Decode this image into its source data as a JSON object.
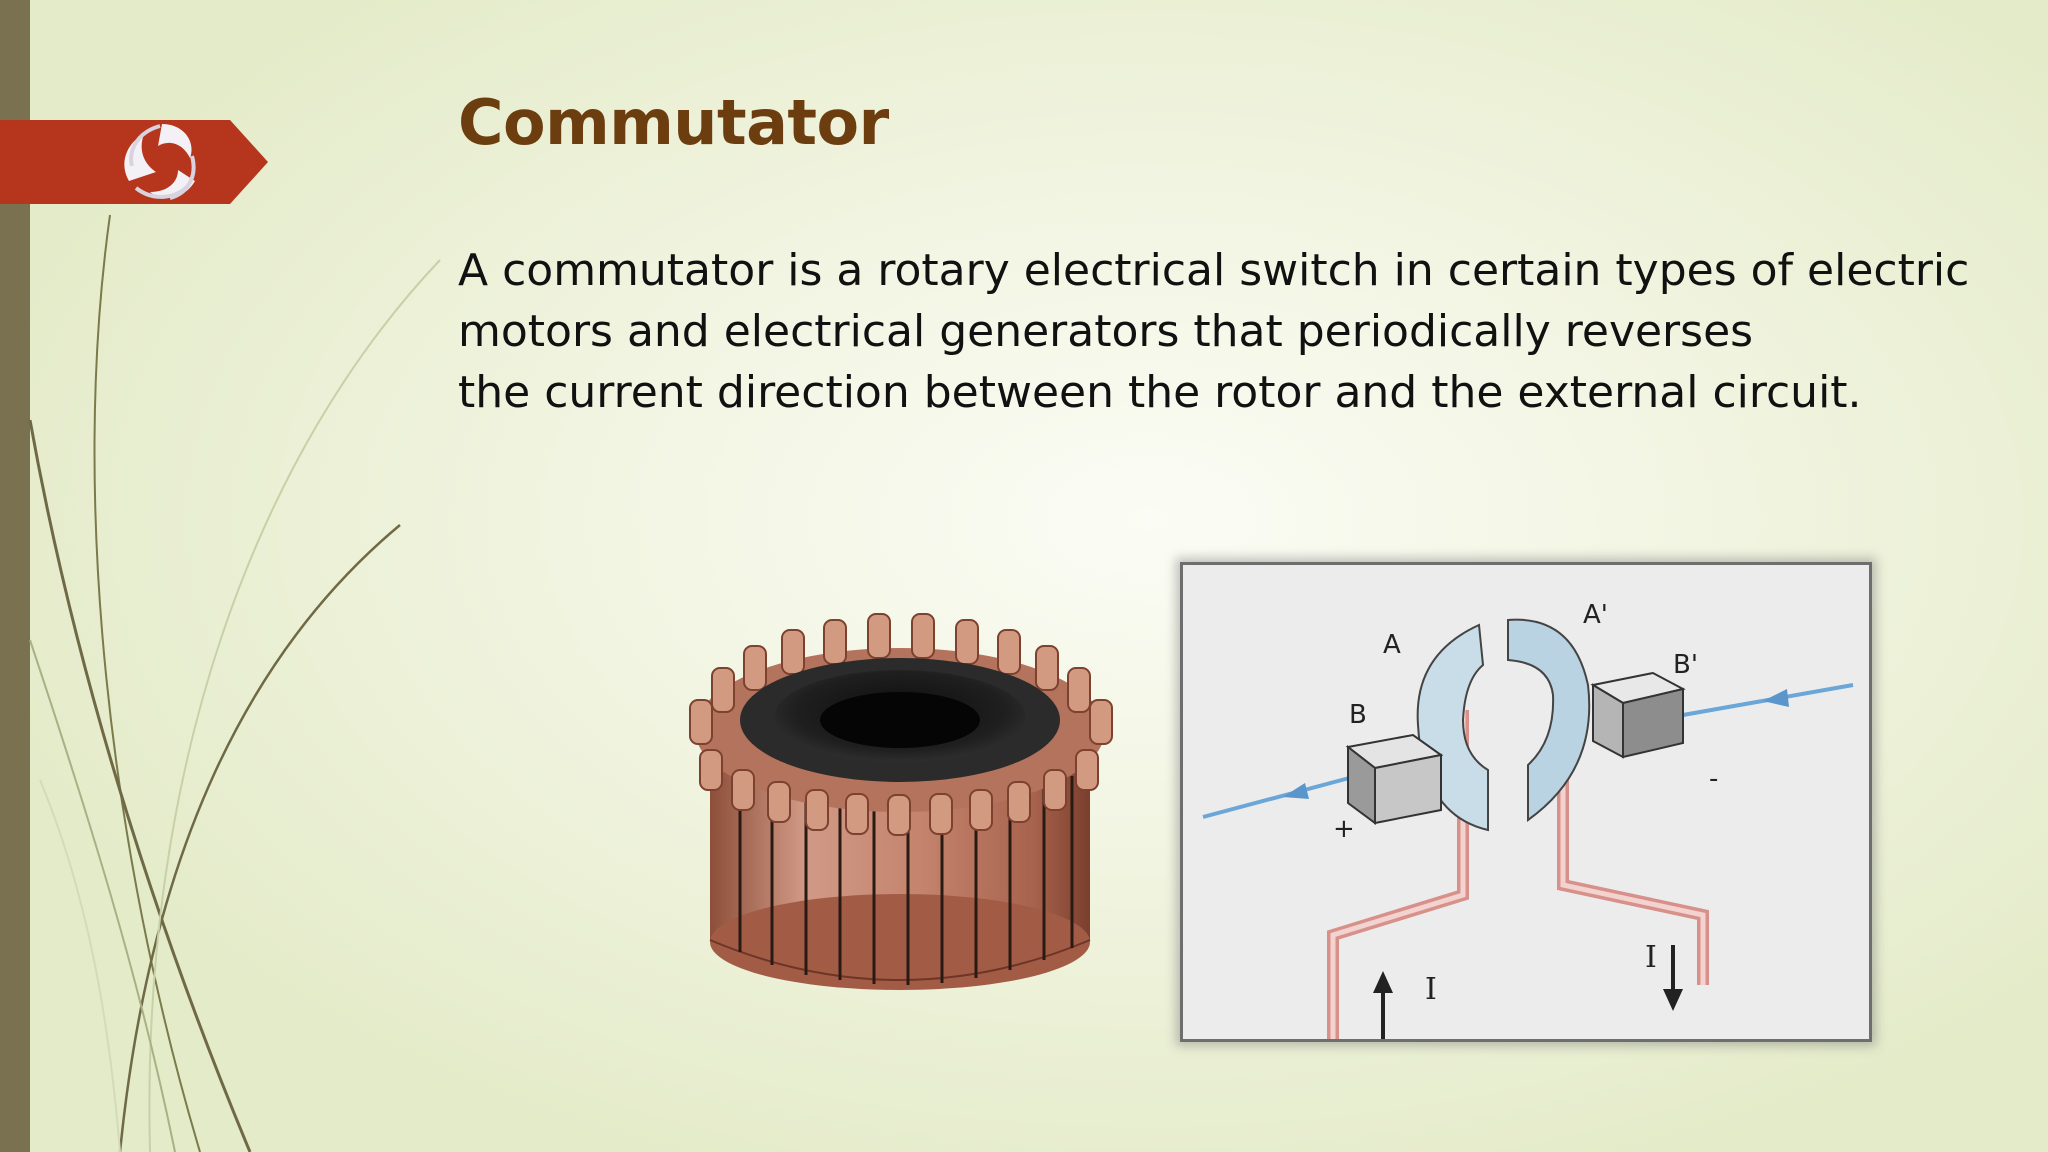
{
  "slide": {
    "title": "Commutator",
    "body_lines": [
      "A commutator is a rotary electrical switch in certain types of electric",
      "motors and electrical generators that periodically reverses",
      "the current direction between the rotor and the external circuit."
    ]
  },
  "diagram": {
    "label_a": "A",
    "label_a_prime": "A'",
    "label_b": "B",
    "label_b_prime": "B'",
    "label_plus": "+",
    "label_minus": "-",
    "label_current_right": "I",
    "label_current_left": "I"
  },
  "colors": {
    "title": "#6b3d0f",
    "left_bar": "#797150",
    "banner": "#b5361c",
    "copper": "#c98a72",
    "wire_blue": "#6aa6d8"
  },
  "icons": {
    "logo": "spiral-logo-icon"
  }
}
